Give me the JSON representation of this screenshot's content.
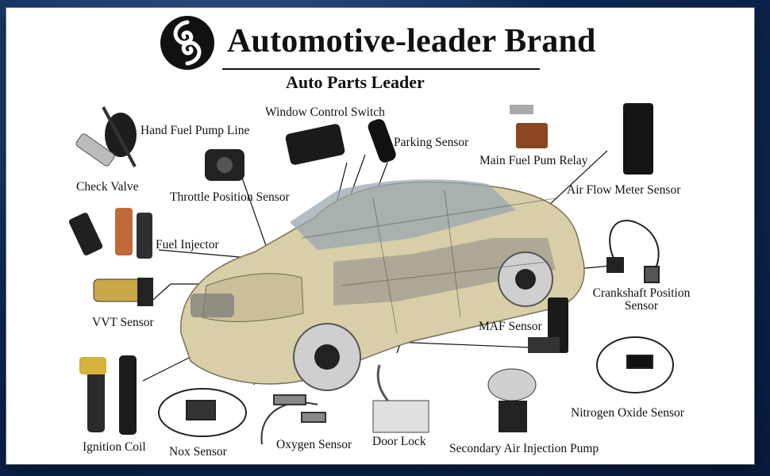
{
  "brand": {
    "title": "Automotive-leader Brand",
    "subtitle": "Auto Parts Leader"
  },
  "colors": {
    "background_blue": "#0f2a57",
    "panel": "#ffffff",
    "car_body": "#d8cfa9",
    "ink": "#111111"
  },
  "parts": {
    "hand_fuel_pump_line": "Hand Fuel Pump Line",
    "window_control_switch": "Window Control Switch",
    "parking_sensor": "Parking Sensor",
    "main_fuel_pump_relay": "Main Fuel Pum Relay",
    "check_valve": "Check Valve",
    "throttle_position_sensor": "Throttle Position Sensor",
    "air_flow_meter_sensor": "Air Flow Meter Sensor",
    "fuel_injector": "Fuel Injector",
    "crankshaft_position_sensor_line1": "Crankshaft Position",
    "crankshaft_position_sensor_line2": "Sensor",
    "vvt_sensor": "VVT Sensor",
    "maf_sensor": "MAF Sensor",
    "nitrogen_oxide_sensor": "Nitrogen Oxide Sensor",
    "ignition_coil": "Ignition Coil",
    "nox_sensor": "Nox Sensor",
    "oxygen_sensor": "Oxygen Sensor",
    "door_lock": "Door Lock",
    "secondary_air_injection_pump": "Secondary Air Injection Pump"
  }
}
